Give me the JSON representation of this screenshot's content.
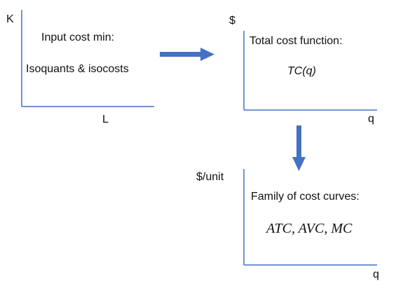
{
  "panels": {
    "input_cost": {
      "y_axis_label": "K",
      "x_axis_label": "L",
      "title": "Input cost min:",
      "subtitle": "Isoquants & isocosts"
    },
    "total_cost": {
      "y_axis_label": "$",
      "x_axis_label": "q",
      "title": "Total cost function:",
      "subtitle": "TC(q)"
    },
    "cost_curves": {
      "y_axis_label": "$/unit",
      "x_axis_label": "q",
      "title": "Family of cost curves:",
      "subtitle": "ATC, AVC, MC"
    }
  },
  "colors": {
    "axis": "#4472c4",
    "arrow": "#4472c4",
    "text": "#111111"
  }
}
